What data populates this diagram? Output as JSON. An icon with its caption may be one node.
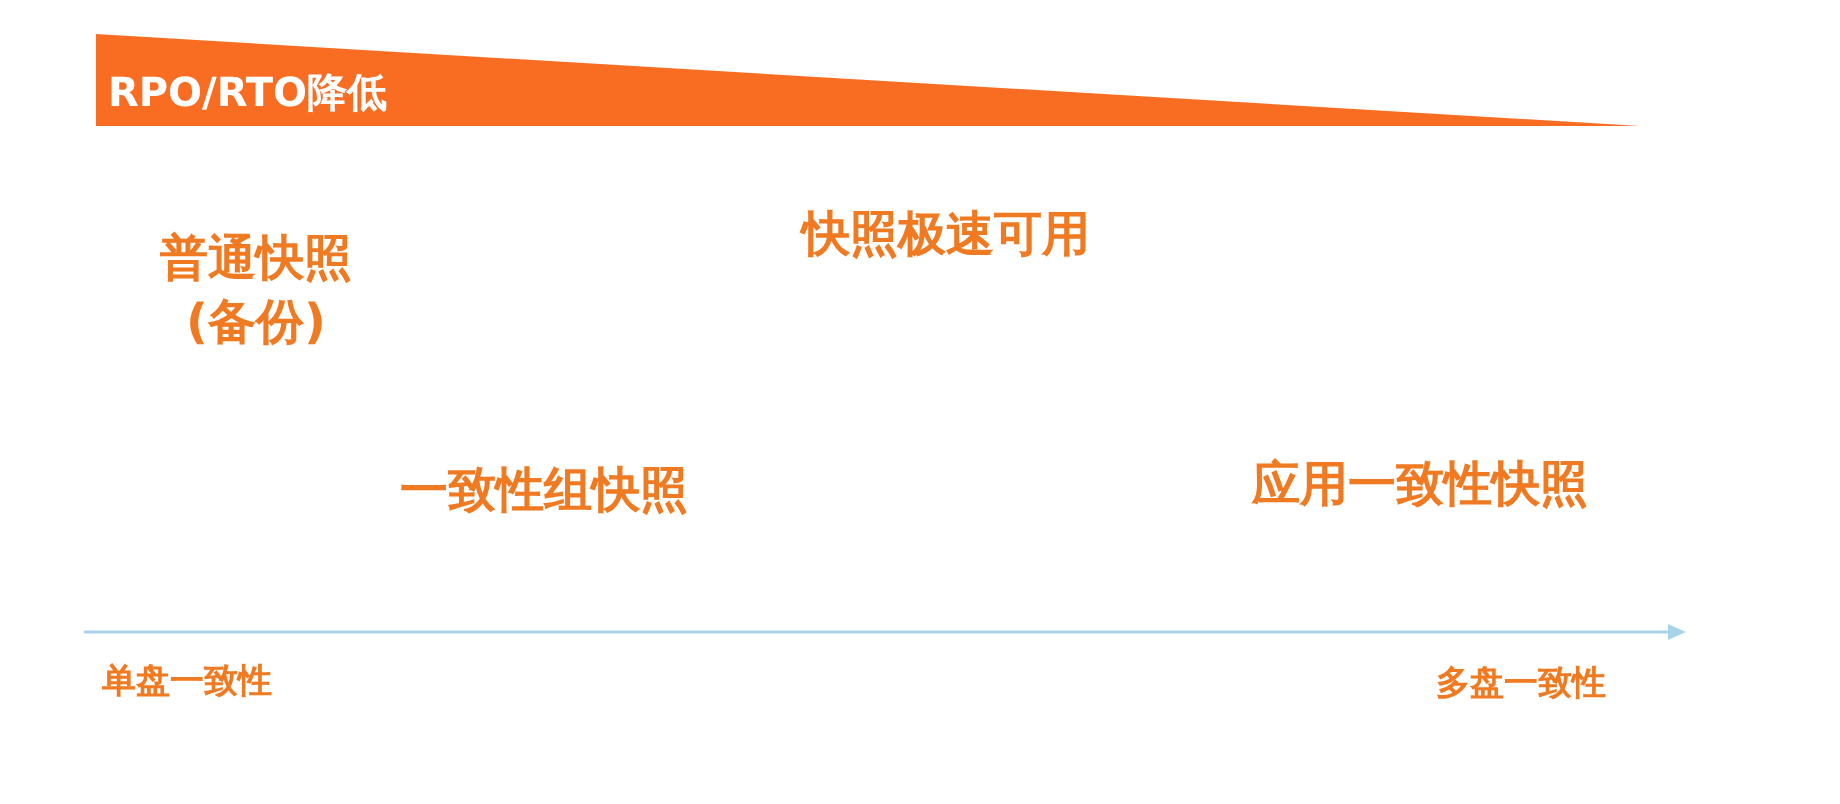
{
  "diagram": {
    "nodes": [
      {
        "text": [
          "RPO/RTO降低"
        ]
      }
    ],
    "labels": [
      "普通快照(备份)",
      "快照极速可用",
      "一致性组快照",
      "应用一致性快照",
      "单盘一致性",
      "多盘一致性"
    ]
  }
}
